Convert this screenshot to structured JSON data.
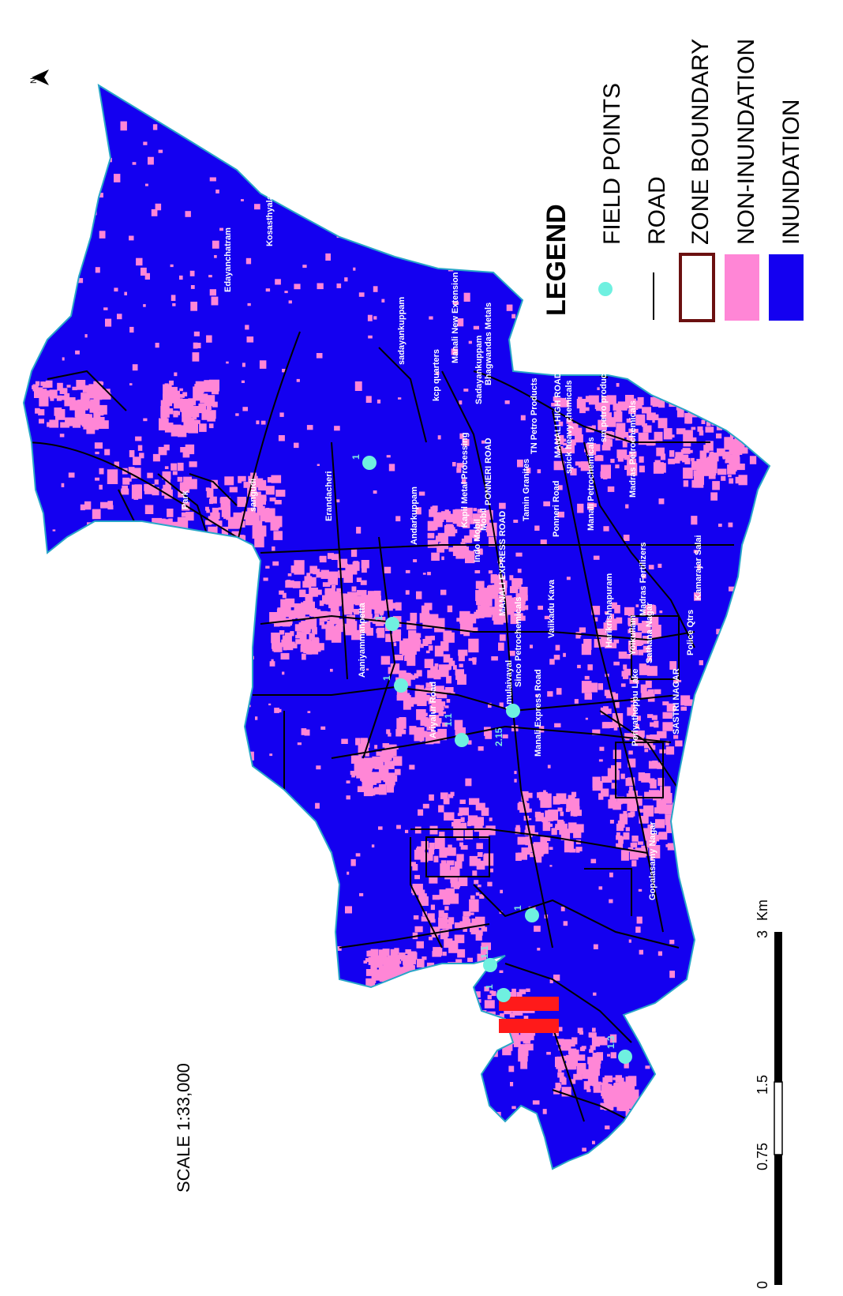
{
  "colors": {
    "inundation": "#1400f0",
    "non_inundation": "#ff86d6",
    "zone_boundary": "#6b1010",
    "road": "#000000",
    "field_point": "#6ff0e0",
    "outline": "#28a6c8"
  },
  "north": {
    "label": "N",
    "icon": "north-arrow-icon"
  },
  "legend": {
    "title": "LEGEND",
    "items": [
      {
        "label": "FIELD POINTS",
        "symbol": "point"
      },
      {
        "label": "ROAD",
        "symbol": "line"
      },
      {
        "label": "ZONE BOUNDARY",
        "symbol": "hollow-box"
      },
      {
        "label": "NON-INUNDATION",
        "symbol": "pink-box"
      },
      {
        "label": "INUNDATION",
        "symbol": "blue-box"
      }
    ]
  },
  "scale": {
    "label": "SCALE   1:33,000",
    "ticks": [
      "0",
      "0.75",
      "1.5",
      "3"
    ],
    "unit": "Km"
  },
  "places": [
    "Edayanchatram",
    "Kosasthyalaiyar River",
    "sadayankuppam",
    "Manali New Extension",
    "kcp quarters",
    "Sadayankuppam",
    "Bhagwandas Metals",
    "TN Petro Products",
    "MANALI HIGH ROAD",
    "Tamin Granites",
    "Ponneri Road",
    "spick heavy chemicals",
    "Manali Petrochemicals",
    "sm petro products",
    "Madras Petrochemicals",
    "Kapil Metal Processing",
    "Andarkuppam",
    "Mobil",
    "Indo Mobil",
    "PONNERI ROAD",
    "MANALI EXPRESS ROAD",
    "Madras Fertilizers",
    "Erandacheri",
    "sangudi",
    "Park",
    "Vaiikadu Kava",
    "Harikrishnapuram",
    "Sathana Nagar",
    "Police Qtrs",
    "Kamarajar Salai",
    "Aaniyammanpetta",
    "Sinco Petrochemicals",
    "Amulaivayal",
    "Manali Express Road",
    "Ariyalur Road",
    "Periyathoppu Lake",
    "Yoikullam",
    "SASTRI NAGAR",
    "Gopalasamy Nagar"
  ],
  "field_points": [
    {
      "label": "1"
    },
    {
      "label": "1"
    },
    {
      "label": "1"
    },
    {
      "label": "1.1"
    },
    {
      "label": "2.15"
    },
    {
      "label": "1"
    },
    {
      "label": "1.1"
    },
    {
      "label": "1"
    },
    {
      "label": "1.3"
    }
  ]
}
